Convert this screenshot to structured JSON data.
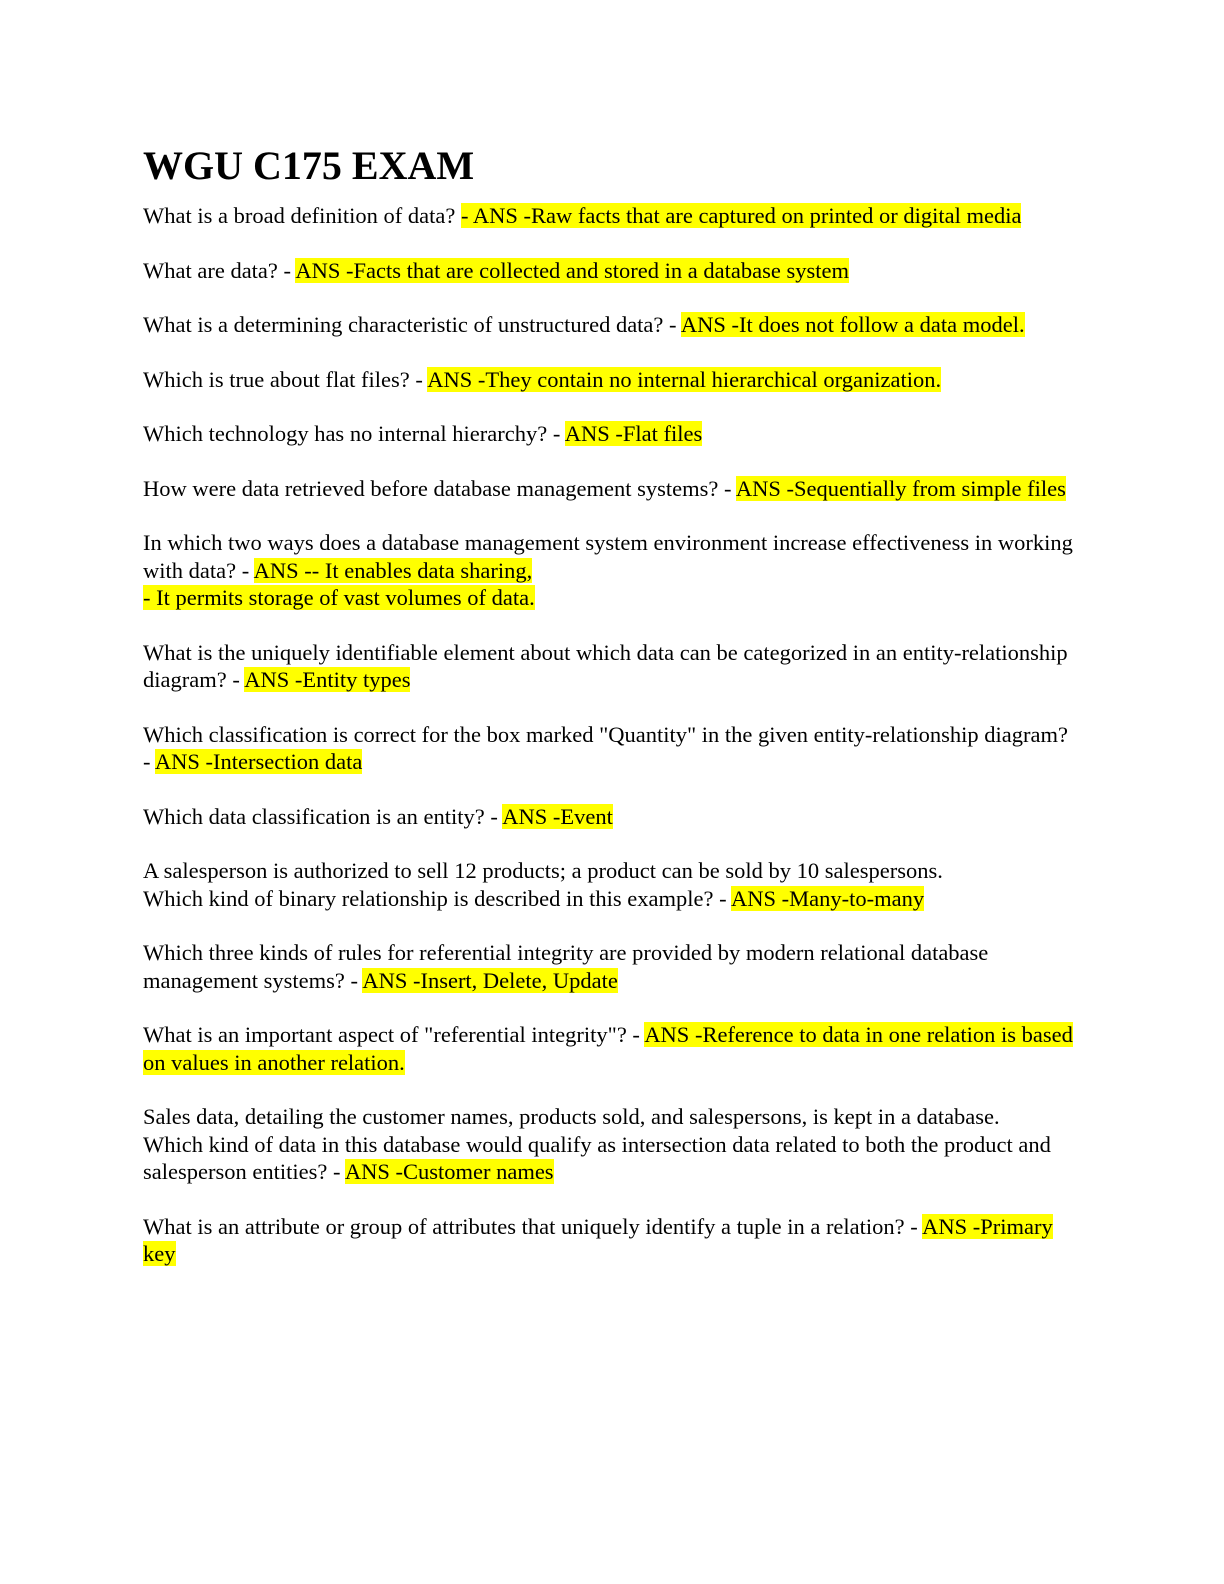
{
  "document": {
    "title": "WGU C175 EXAM",
    "highlight_color": "#ffff00",
    "items": [
      {
        "question": "What is a broad definition of data? ",
        "answer": "- ANS -Raw facts that are captured on printed or digital media"
      },
      {
        "question": "What are data? - ",
        "answer": "ANS -Facts that are collected and stored in a database system"
      },
      {
        "question": "What is a determining characteristic of unstructured data? - ",
        "answer": "ANS -It does not follow a data model."
      },
      {
        "question": "Which is true about flat files? - ",
        "answer": "ANS -They contain no internal hierarchical organization."
      },
      {
        "question": "Which technology has no internal hierarchy? - ",
        "answer": "ANS -Flat files"
      },
      {
        "question": "How were data retrieved before database management systems? - ",
        "answer": "ANS -Sequentially from simple files"
      },
      {
        "question": "In which two ways does a database management system environment increase effectiveness in working with data? - ",
        "answer": "ANS -- It enables data sharing,\n- It permits storage of vast volumes of data."
      },
      {
        "question": "What is the uniquely identifiable element about which data can be categorized in an entity-relationship diagram? - ",
        "answer": "ANS -Entity types"
      },
      {
        "question": "Which classification is correct for the box marked \"Quantity\" in the given entity-relationship diagram? - ",
        "answer": "ANS -Intersection data"
      },
      {
        "question": "Which data classification is an entity? - ",
        "answer": "ANS -Event"
      },
      {
        "question": "A salesperson is authorized to sell 12 products; a product can be sold by 10 salespersons.\nWhich kind of binary relationship is described in this example? - ",
        "answer": "ANS -Many-to-many"
      },
      {
        "question": "Which three kinds of rules for referential integrity are provided by modern relational database management systems? - ",
        "answer": "ANS -Insert, Delete, Update"
      },
      {
        "question": "What is an important aspect of \"referential integrity\"? - ",
        "answer": "ANS -Reference to data in one relation is based on values in another relation."
      },
      {
        "question": "Sales data, detailing the customer names, products sold, and salespersons, is kept in a database.\nWhich kind of data in this database would qualify as intersection data related to both the product and salesperson entities? - ",
        "answer": "ANS -Customer names"
      },
      {
        "question": "What is an attribute or group of attributes that uniquely identify a tuple in a relation? - ",
        "answer": "ANS -Primary key"
      }
    ]
  }
}
